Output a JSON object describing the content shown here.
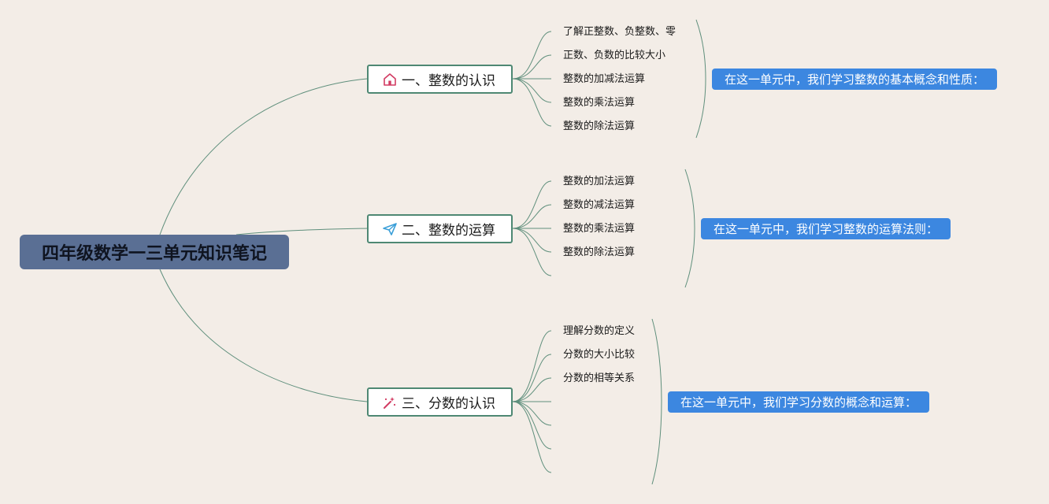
{
  "root": {
    "title": "四年级数学一三单元知识笔记"
  },
  "branches": [
    {
      "label": "一、整数的认识",
      "icon": "home-icon",
      "items": [
        "了解正整数、负整数、零",
        "正数、负数的比较大小",
        "整数的加减法运算",
        "整数的乘法运算",
        "整数的除法运算"
      ],
      "summary": "在这一单元中，我们学习整数的基本概念和性质："
    },
    {
      "label": "二、整数的运算",
      "icon": "paper-plane-icon",
      "items": [
        "整数的加法运算",
        "整数的减法运算",
        "整数的乘法运算",
        "整数的除法运算"
      ],
      "summary": "在这一单元中，我们学习整数的运算法则："
    },
    {
      "label": "三、分数的认识",
      "icon": "magic-wand-icon",
      "items": [
        "理解分数的定义",
        "分数的大小比较",
        "分数的相等关系"
      ],
      "summary": "在这一单元中，我们学习分数的概念和运算："
    }
  ],
  "colors": {
    "background": "#f3ede7",
    "root_fill": "#5a6f94",
    "branch_border": "#4e8873",
    "connector": "#5f8f7c",
    "summary_fill": "#3c87e0",
    "home_icon": "#d23b62",
    "plane_icon": "#3b9fd8",
    "wand_icon": "#d23b62"
  }
}
